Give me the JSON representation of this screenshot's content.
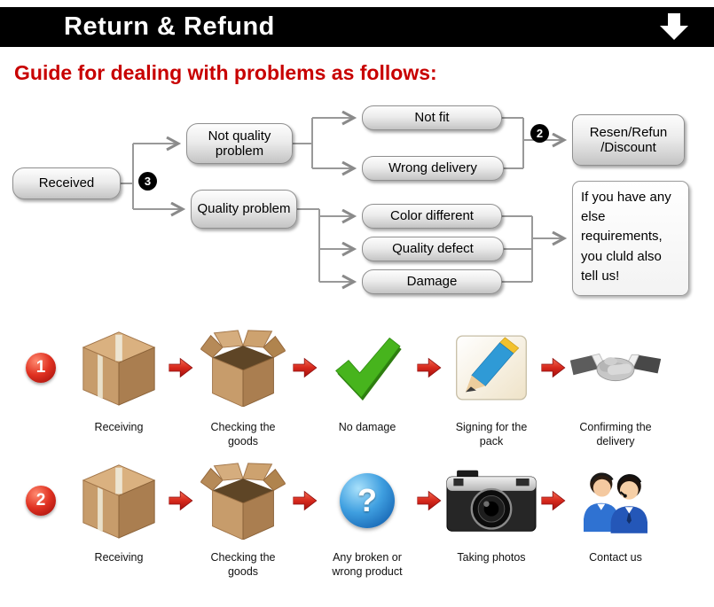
{
  "colors": {
    "banner_bg": "#000000",
    "subtitle_red": "#c80000",
    "arrow_red": "#d6281c",
    "check_green": "#47b41d",
    "question_blue": "#1a73c4",
    "box_tan": "#c79c6b"
  },
  "header": {
    "title": "Return & Refund"
  },
  "subtitle": "Guide for dealing with problems as follows:",
  "flowchart": {
    "received": "Received",
    "badge_received": "3",
    "badge_resolution": "2",
    "not_quality_problem": "Not quality problem",
    "quality_problem": "Quality problem",
    "not_fit": "Not fit",
    "wrong_delivery": "Wrong delivery",
    "color_different": "Color different",
    "quality_defect": "Quality defect",
    "damage": "Damage",
    "resolution": "Resen/Refun /Discount",
    "note": "If you have any else requirements, you cluld also tell us!"
  },
  "process": {
    "question_mark": "?",
    "rows": [
      {
        "number": "1",
        "steps": [
          {
            "icon": "closed-box",
            "label": "Receiving"
          },
          {
            "icon": "open-box",
            "label": "Checking the goods"
          },
          {
            "icon": "green-check",
            "label": "No damage"
          },
          {
            "icon": "signing-pencil",
            "label": "Signing for the pack"
          },
          {
            "icon": "handshake",
            "label": "Confirming the delivery"
          }
        ]
      },
      {
        "number": "2",
        "steps": [
          {
            "icon": "closed-box",
            "label": "Receiving"
          },
          {
            "icon": "open-box",
            "label": "Checking the goods"
          },
          {
            "icon": "blue-question",
            "label": "Any broken or wrong product"
          },
          {
            "icon": "camera",
            "label": "Taking photos"
          },
          {
            "icon": "contact-people",
            "label": "Contact us"
          }
        ]
      }
    ]
  }
}
